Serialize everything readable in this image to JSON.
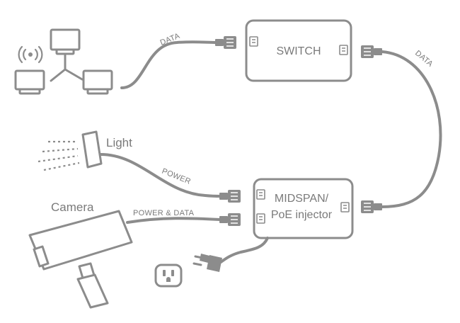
{
  "labels": {
    "data_top": "DATA",
    "data_right": "DATA",
    "switch": "SWITCH",
    "light": "Light",
    "power": "POWER",
    "camera": "Camera",
    "power_and_data": "POWER & DATA",
    "midspan_line1": "MIDSPAN/",
    "midspan_line2": "PoE injector"
  },
  "colors": {
    "stroke": "#8c8c8c",
    "text": "#7a7a7a",
    "background": "#ffffff"
  },
  "icons": [
    "wifi-icon",
    "computer-network-icon",
    "light-icon",
    "camera-icon",
    "rj45-plug-icon",
    "power-plug-icon",
    "wall-outlet-icon"
  ]
}
